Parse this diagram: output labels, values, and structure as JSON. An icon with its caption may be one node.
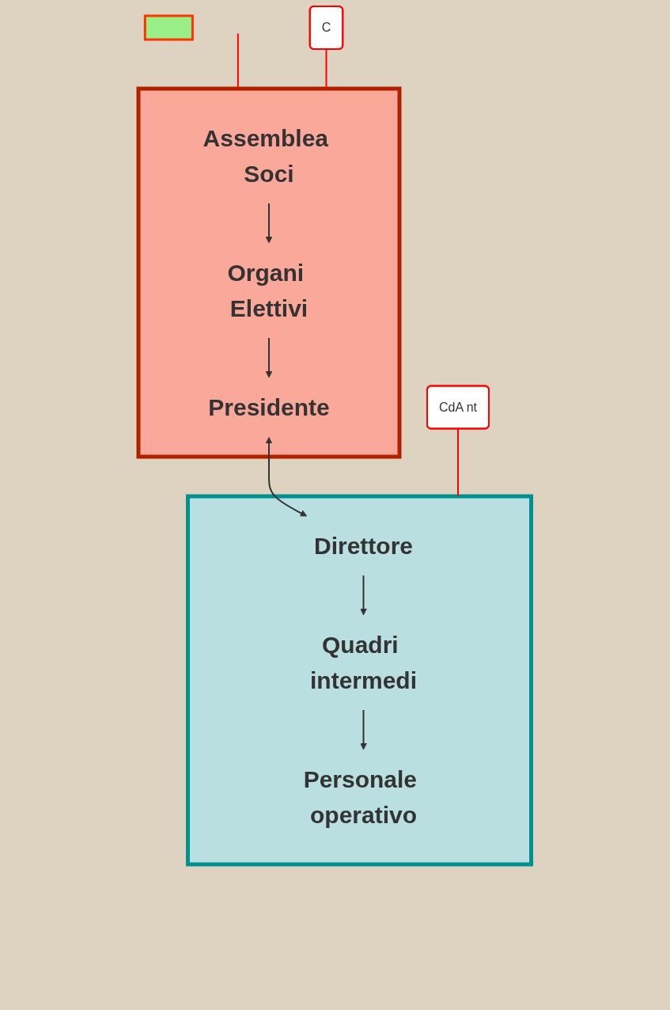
{
  "diagram": {
    "nodes": [
      {
        "text": [],
        "shape": "triangle"
      },
      {
        "text": [
          "Assemblea Soci"
        ],
        "in": 0
      },
      {
        "text": [
          "Organi Elettivi"
        ],
        "in": 0
      },
      {
        "text": [
          "Presidente"
        ],
        "in": 0
      },
      {
        "text": [],
        "shape": "triangle"
      },
      {
        "text": [
          "Direttore"
        ],
        "in": 4
      },
      {
        "text": [
          "Quadri intermedi"
        ],
        "in": 4
      },
      {
        "text": [
          "Personale operativo"
        ],
        "in": 4
      },
      {
        "text": [],
        "shape": "box"
      },
      {
        "text": [
          "CdA nt"
        ]
      },
      {
        "text": [
          "C"
        ]
      }
    ],
    "edges": [
      {
        "from": 1,
        "to": 2,
        "arrow": "to"
      },
      {
        "from": 2,
        "to": 3,
        "arrow": "to"
      },
      {
        "from": 3,
        "to": 5,
        "arrow": "both"
      },
      {
        "from": 5,
        "to": 6,
        "arrow": "to"
      },
      {
        "from": 6,
        "to": 7,
        "arrow": "to"
      },
      {
        "from": 9,
        "to": 4,
        "arrow": "none",
        "color": "#ff0000"
      },
      {
        "from": null,
        "to": 0,
        "arrow": "none",
        "color": "#ff0000"
      },
      {
        "from": 10,
        "to": 0,
        "arrow": "none",
        "color": "#ff0000"
      }
    ]
  }
}
